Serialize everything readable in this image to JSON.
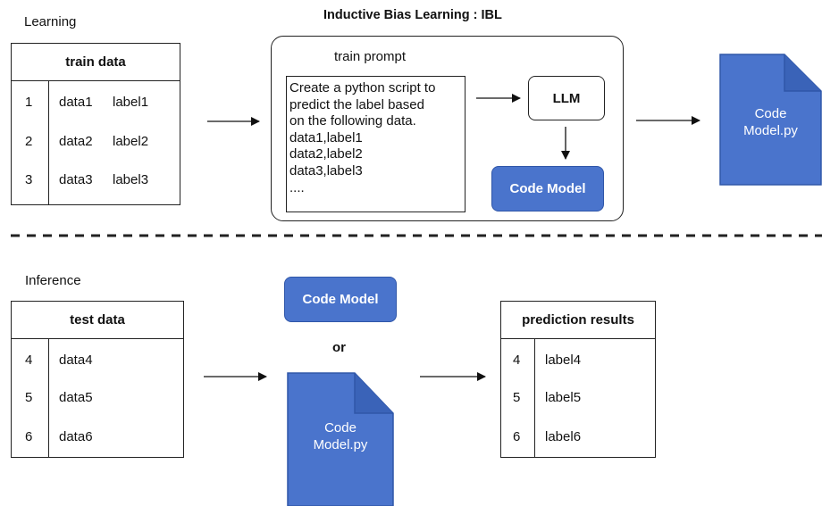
{
  "colors": {
    "accent_fill": "#4a74cc",
    "accent_border": "#2f56a8",
    "ink": "#111111"
  },
  "learning": {
    "section_label": "Learning",
    "title": "Inductive Bias Learning : IBL",
    "train_table": {
      "header": "train data",
      "rows": [
        {
          "index": "1",
          "data": "data1",
          "label": "label1"
        },
        {
          "index": "2",
          "data": "data2",
          "label": "label2"
        },
        {
          "index": "3",
          "data": "data3",
          "label": "label3"
        }
      ]
    },
    "prompt_caption": "train prompt",
    "prompt_lines": [
      "Create a python script to",
      "predict the label based",
      "on the following data.",
      "data1,label1",
      "data2,label2",
      "data3,label3",
      "...."
    ],
    "llm_label": "LLM",
    "code_model_label": "Code Model",
    "output_doc": {
      "line1": "Code",
      "line2": "Model.py"
    }
  },
  "inference": {
    "section_label": "Inference",
    "test_table": {
      "header": "test data",
      "rows": [
        {
          "index": "4",
          "data": "data4"
        },
        {
          "index": "5",
          "data": "data5"
        },
        {
          "index": "6",
          "data": "data6"
        }
      ]
    },
    "code_model_label": "Code Model",
    "or_label": "or",
    "doc": {
      "line1": "Code",
      "line2": "Model.py"
    },
    "results_table": {
      "header": "prediction results",
      "rows": [
        {
          "index": "4",
          "label": "label4"
        },
        {
          "index": "5",
          "label": "label5"
        },
        {
          "index": "6",
          "label": "label6"
        }
      ]
    }
  }
}
